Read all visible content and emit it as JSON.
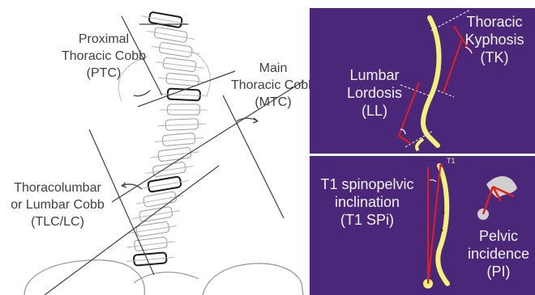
{
  "left": {
    "ptc": {
      "l1": "Proximal",
      "l2": "Thoracic Cobb",
      "l3": "(PTC)"
    },
    "mtc": {
      "l1": "Main",
      "l2": "Thoracic Cobb",
      "l3": "(MTC)"
    },
    "tlc": {
      "l1": "Thoracolumbar",
      "l2": "or Lumbar Cobb",
      "l3": "(TLC/LC)"
    }
  },
  "right_top": {
    "ll": {
      "l1": "Lumbar",
      "l2": "Lordosis",
      "l3": "(LL)"
    },
    "tk": {
      "l1": "Thoracic",
      "l2": "Kyphosis",
      "l3": "(TK)"
    }
  },
  "right_bottom": {
    "t1_marker": "T1",
    "t1spi": {
      "l1": "T1 spinopelvic",
      "l2": "inclination",
      "l3": "(T1 SPi)"
    },
    "pi": {
      "l1": "Pelvic",
      "l2": "incidence",
      "l3": "(PI)"
    }
  },
  "colors": {
    "panel_bg": "#4a2778",
    "spine_yellow": "#f5f07a",
    "angle_red": "#e0201f",
    "ink": "#404040"
  }
}
